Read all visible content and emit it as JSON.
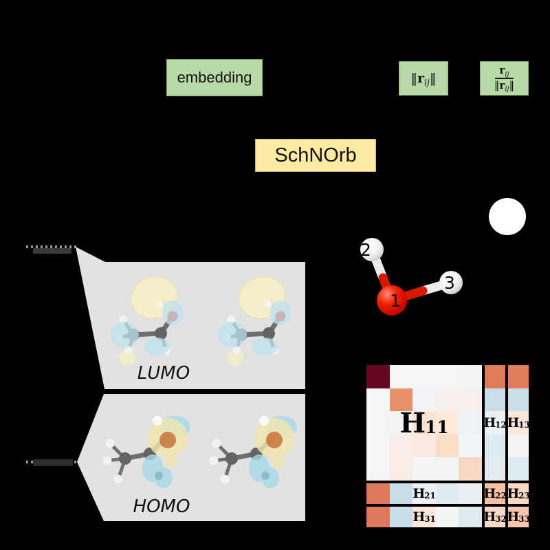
{
  "figure": {
    "boxes": {
      "embedding": {
        "label": "embedding"
      },
      "schnorb": {
        "label": "SchNOrb"
      },
      "distance": {
        "open": "‖",
        "symbol": "r",
        "sub": "ij",
        "close": "‖"
      },
      "direction": {
        "num_symbol": "r",
        "num_sub": "ij",
        "den_open": "‖",
        "den_symbol": "r",
        "den_sub": "ij",
        "den_close": "‖"
      }
    },
    "orbital_panels": {
      "lumo_label": "LUMO",
      "homo_label": "HOMO"
    },
    "water_molecule": {
      "atom_labels": {
        "oxygen": "1",
        "hydrogen_top": "2",
        "hydrogen_right": "3"
      }
    }
  },
  "palette": {
    "background": "#000000",
    "box_green": "#b9daa6",
    "box_yellow": "#fdeaa3",
    "panel_gray": "#e2e2e2",
    "level_dash_gray": "#9a9a9a",
    "level_bar_dark": "#3a3a3a",
    "level_bar_darker": "#2e2e2e",
    "white_node": "#ffffff",
    "oxygen_red": "#e01400",
    "hydrogen_white": "#f2f2f2",
    "carbon_gray": "#6f6f6f",
    "orbital_yellow": "#f6eec9",
    "orbital_blue": "#bfe2ee",
    "orbital_orange_core": "#c9763f"
  },
  "matrix": {
    "labels": {
      "H11": {
        "base": "H",
        "sub": "11"
      },
      "H12": {
        "base": "H",
        "sub": "12"
      },
      "H13": {
        "base": "H",
        "sub": "13"
      },
      "H21": {
        "base": "H",
        "sub": "21"
      },
      "H22": {
        "base": "H",
        "sub": "22"
      },
      "H23": {
        "base": "H",
        "sub": "23"
      },
      "H31": {
        "base": "H",
        "sub": "31"
      },
      "H32": {
        "base": "H",
        "sub": "32"
      },
      "H33": {
        "base": "H",
        "sub": "33"
      }
    },
    "cells": {
      "H11": [
        [
          "#65071f",
          "#f4f5f7",
          "#f4f5f7",
          "#f4f5f7",
          "#f3f4f6"
        ],
        [
          "#f4f5f7",
          "#e8906c",
          "#f1f3f6",
          "#f8eeec",
          "#f7efec"
        ],
        [
          "#f4f5f7",
          "#f2f4f6",
          "#fbe3d3",
          "#fcebdc",
          "#eff2f5"
        ],
        [
          "#f5f5f7",
          "#f9ece6",
          "#f9ebe3",
          "#fbdcc6",
          "#f1f4f6"
        ],
        [
          "#f4f5f7",
          "#f8ece5",
          "#f2f4f6",
          "#f3f4f6",
          "#f8d8c2"
        ]
      ],
      "H12": [
        "#e07a5b",
        "#cadde9",
        "#edf0f3",
        "#dceaf1",
        "#e2ecf2"
      ],
      "H13": [
        "#e07b5c",
        "#ccdfe9",
        "#fbe7da",
        "#f2f4f6",
        "#dcebf1"
      ],
      "H21": [
        "#e0795c",
        "#c8dce8",
        "#eef1f4",
        "#dfeaf1",
        "#e8eef2"
      ],
      "H22": "#f6c2a4",
      "H23": "#fbd9c4",
      "H31": [
        "#e0795c",
        "#c9dde8",
        "#fbe7d9",
        "#f3f4f6",
        "#dcebf1"
      ],
      "H32": "#fbd9c7",
      "H33": "#f7c7ab"
    }
  }
}
